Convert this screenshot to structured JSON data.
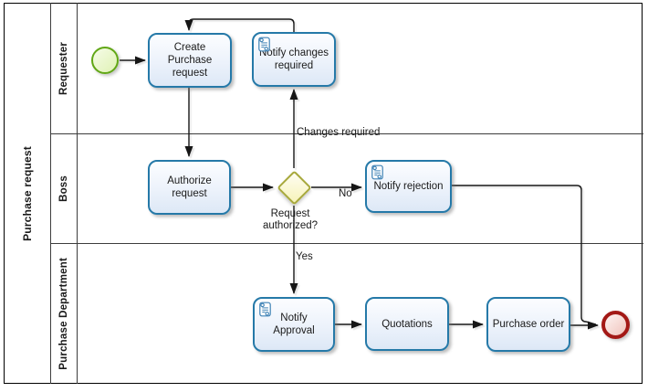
{
  "pool": {
    "label": "Purchase request"
  },
  "lanes": [
    {
      "label": "Requester"
    },
    {
      "label": "Boss"
    },
    {
      "label": "Purchase Department"
    }
  ],
  "nodes": {
    "start_event": {
      "type": "start-event"
    },
    "create_purchase": {
      "label": "Create\nPurchase\nrequest"
    },
    "notify_changes": {
      "label": "Notify changes\nrequired",
      "icon": "script-icon"
    },
    "authorize": {
      "label": "Authorize\nrequest"
    },
    "gateway": {
      "label": "Request\nauthorized?"
    },
    "notify_rejection": {
      "label": "Notify rejection",
      "icon": "script-icon"
    },
    "notify_approval": {
      "label": "Notify\nApproval",
      "icon": "script-icon"
    },
    "quotations": {
      "label": "Quotations"
    },
    "purchase_order": {
      "label": "Purchase order"
    },
    "end_event": {
      "type": "end-event"
    }
  },
  "flow_labels": {
    "no": "No",
    "yes": "Yes",
    "changes_required": "Changes required"
  },
  "colors": {
    "task_border": "#2579A8",
    "start_border": "#61A716",
    "end_border": "#A31916",
    "gateway_border": "#A8A93C",
    "icon_blue": "#3E82B5",
    "connector": "#161616"
  }
}
